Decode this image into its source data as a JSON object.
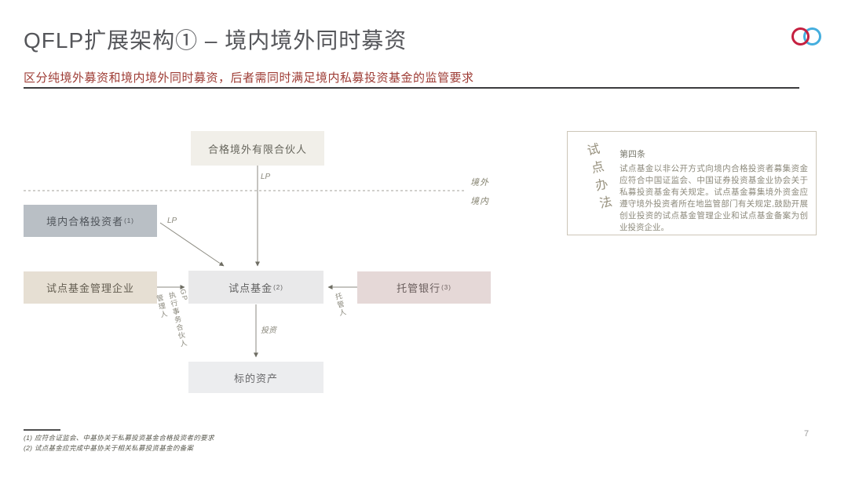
{
  "header": {
    "title": "QFLP扩展架构① – 境内境外同时募资",
    "subtitle": "区分纯境外募资和境内境外同时募资，后者需同时满足境内私募投资基金的监管要求"
  },
  "logo": {
    "left_circle_color": "#c51f3f",
    "right_circle_color": "#45aede"
  },
  "diagram": {
    "boxes": {
      "offshore_lp": {
        "label": "合格境外有限合伙人",
        "sup": ""
      },
      "domestic_investor": {
        "label": "境内合格投资者",
        "sup": "(1)"
      },
      "fund_manager": {
        "label": "试点基金管理企业",
        "sup": ""
      },
      "pilot_fund": {
        "label": "试点基金",
        "sup": "(2)"
      },
      "custodian_bank": {
        "label": "托管银行",
        "sup": "(3)"
      },
      "target_assets": {
        "label": "标的资产",
        "sup": ""
      }
    },
    "labels": {
      "lp_top": "LP",
      "lp_diagonal": "LP",
      "gp_lines": [
        "GP",
        "执行事务合伙人",
        "管理人"
      ],
      "custodian_role": "托管人",
      "invest": "投资",
      "offshore": "境外",
      "onshore": "境内"
    }
  },
  "sidebar": {
    "vertical_title": "试点办法",
    "article_heading": "第四条",
    "article_body": "试点基金以非公开方式向境内合格投资者募集资金应符合中国证监会、中国证券投资基金业协会关于私募投资基金有关规定。试点基金募集境外资金应遵守境外投资者所在地监管部门有关规定,鼓励开展创业投资的试点基金管理企业和试点基金备案为创业投资企业。"
  },
  "footnotes": [
    "(1) 应符合证监会、中基协关于私募投资基金合格投资者的要求",
    "(2) 试点基金应完成中基协关于相关私募投资基金的备案"
  ],
  "page_number": "7"
}
